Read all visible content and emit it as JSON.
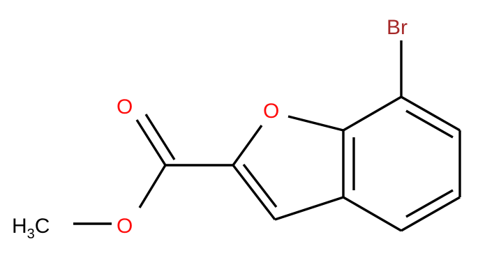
{
  "atoms": {
    "br": {
      "label": "Br",
      "color": "#a62929"
    },
    "o_ring": {
      "label": "O",
      "color": "#ff0d0d"
    },
    "o_carbonyl": {
      "label": "O",
      "color": "#ff0d0d"
    },
    "o_ester": {
      "label": "O",
      "color": "#ff0d0d"
    },
    "methyl": {
      "label": "H",
      "sub": "3",
      "suffix": "C",
      "color": "#000000"
    }
  },
  "colors": {
    "bond": "#000000",
    "oxygen": "#ff0d0d",
    "bromine": "#a62929",
    "background": "#ffffff"
  }
}
